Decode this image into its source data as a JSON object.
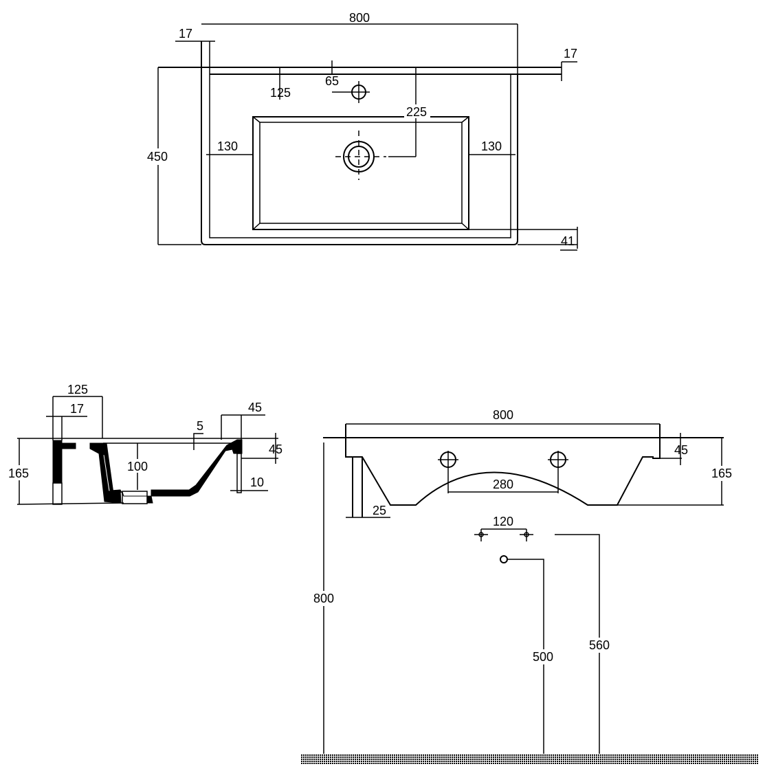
{
  "top_view": {
    "width": "800",
    "left_rim": "17",
    "right_rim": "17",
    "depth": "450",
    "tap_offset": "125",
    "tap_hole": "65",
    "drain_offset": "225",
    "left_margin": "130",
    "right_margin": "130",
    "front_rim": "41"
  },
  "side_section": {
    "rim_width": "125",
    "wall": "17",
    "lip": "45",
    "notch": "5",
    "height": "165",
    "bowl_depth": "100",
    "lip_height": "45",
    "skirt": "10"
  },
  "front_view": {
    "width": "800",
    "lip_height": "45",
    "height": "165",
    "tap_spacing": "280",
    "leg_width": "25",
    "valve_spacing": "120",
    "install_height": "800",
    "waste_height": "500",
    "supply_height": "560"
  },
  "colors": {
    "ink": "#000000",
    "paper": "#ffffff"
  }
}
